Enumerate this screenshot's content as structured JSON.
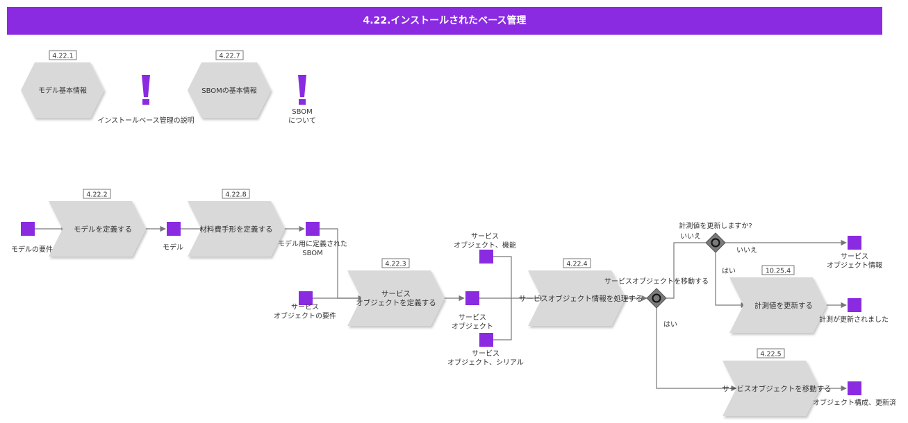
{
  "title": "4.22.インストールされたベース管理",
  "colors": {
    "header": "#8a2be2",
    "data_object": "#8a2be2",
    "activity": "#d9d9da",
    "gateway": "#7a7a7a"
  },
  "references": [
    {
      "id": "ref-model-info",
      "code": "4.22.1",
      "label": "モデル基本情報"
    },
    {
      "id": "ref-sbom-info",
      "code": "4.22.7",
      "label": "SBOMの基本情報"
    }
  ],
  "notes": [
    {
      "id": "note-installbase",
      "label": [
        "インストールベース管理の説明"
      ]
    },
    {
      "id": "note-sbom",
      "label": [
        "SBOM",
        "について"
      ]
    }
  ],
  "activities": [
    {
      "id": "a-define-model",
      "code": "4.22.2",
      "label": [
        "モデルを定義する"
      ]
    },
    {
      "id": "a-define-bom",
      "code": "4.22.8",
      "label": [
        "材料費手形を定義する"
      ]
    },
    {
      "id": "a-define-so",
      "code": "4.22.3",
      "label": [
        "サービス",
        "オブジェクトを定義する"
      ]
    },
    {
      "id": "a-process-so",
      "code": "4.22.4",
      "label": [
        "サービスオブジェクト情報を処理する"
      ]
    },
    {
      "id": "a-update-meter",
      "code": "10.25.4",
      "label": [
        "計測値を更新する"
      ]
    },
    {
      "id": "a-move-so",
      "code": "4.22.5",
      "label": [
        "サービスオブジェクトを移動する"
      ]
    }
  ],
  "data_objects": [
    {
      "id": "d-model-req",
      "label": [
        "モデルの要件"
      ]
    },
    {
      "id": "d-model",
      "label": [
        "モデル"
      ]
    },
    {
      "id": "d-sbom",
      "label": [
        "モデル用に定義された",
        "SBOM"
      ]
    },
    {
      "id": "d-so-req",
      "label": [
        "サービス",
        "オブジェクトの要件"
      ]
    },
    {
      "id": "d-so-func",
      "label": [
        "サービス",
        "オブジェクト、機能"
      ]
    },
    {
      "id": "d-so",
      "label": [
        "サービス",
        "オブジェクト"
      ]
    },
    {
      "id": "d-so-serial",
      "label": [
        "サービス",
        "オブジェクト、シリアル"
      ]
    },
    {
      "id": "d-so-info",
      "label": [
        "サービス",
        "オブジェクト情報"
      ]
    },
    {
      "id": "d-meter-updated",
      "label": [
        "計測が更新されました"
      ]
    },
    {
      "id": "d-config-updated",
      "label": [
        "オブジェクト構成、更新済"
      ]
    }
  ],
  "gateways": [
    {
      "id": "g-move",
      "label": "サービスオブジェクトを移動する"
    },
    {
      "id": "g-meter",
      "label": "計測値を更新しますか?"
    }
  ],
  "edge_labels": {
    "yes": "はい",
    "no": "いいえ"
  }
}
